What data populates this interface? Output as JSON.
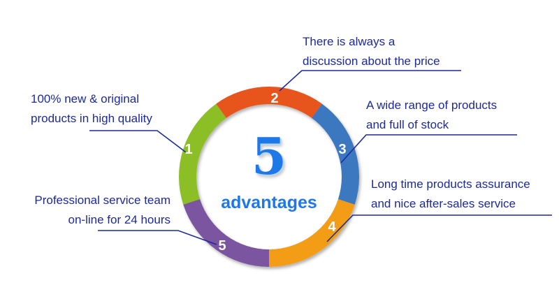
{
  "center": {
    "number": "5",
    "caption": "advantages"
  },
  "segments": [
    {
      "number": "1",
      "color": "#8cbf26",
      "lines": [
        "100% new & original",
        "products in high quality"
      ]
    },
    {
      "number": "2",
      "color": "#e8541c",
      "lines": [
        "There is always a",
        "discussion about the price"
      ]
    },
    {
      "number": "3",
      "color": "#3a78bf",
      "lines": [
        "A wide range of products",
        "and full of stock"
      ]
    },
    {
      "number": "4",
      "color": "#f39c12",
      "lines": [
        "Long time products assurance",
        "and nice after-sales service"
      ]
    },
    {
      "number": "5",
      "color": "#7b55a0",
      "lines": [
        "Professional service team",
        "on-line for 24 hours"
      ]
    }
  ],
  "line_color": "#1c2a9c"
}
